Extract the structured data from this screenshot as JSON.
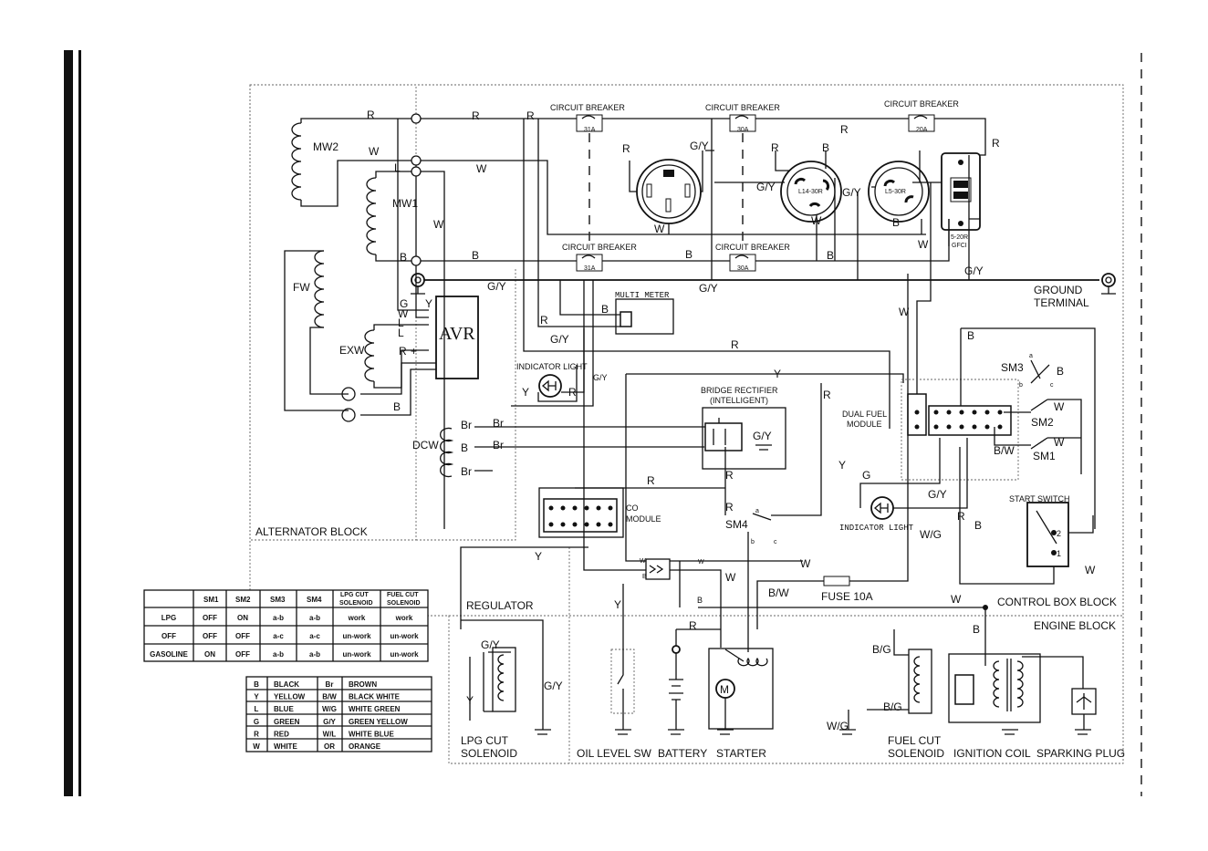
{
  "blocks": {
    "alternator": "ALTERNATOR BLOCK",
    "control_box": "CONTROL BOX BLOCK",
    "engine": "ENGINE BLOCK"
  },
  "components": {
    "circuit_breaker": "CIRCUIT BREAKER",
    "cb_31a": "31A",
    "cb_30a": "30A",
    "cb_20a": "20A",
    "mw2": "MW2",
    "mw1": "MW1",
    "fw": "FW",
    "exw": "EXW",
    "dcw": "DCW",
    "avr": "AVR",
    "multi_meter": "MULTI METER",
    "indicator_light": "INDICATOR LIGHT",
    "bridge_rectifier_1": "BRIDGE RECTIFIER",
    "bridge_rectifier_2": "(INTELLIGENT)",
    "dual_fuel_1": "DUAL FUEL",
    "dual_fuel_2": "MODULE",
    "co_1": "CO",
    "co_2": "MODULE",
    "l14": "L14-30R",
    "l5": "L5-30R",
    "gfci_1": "5-20R",
    "gfci_2": "GFCI",
    "ground_1": "GROUND",
    "ground_2": "TERMINAL",
    "sm1": "SM1",
    "sm2": "SM2",
    "sm3": "SM3",
    "sm4": "SM4",
    "start_switch": "START SWITCH",
    "fuse": "FUSE 10A",
    "regulator": "REGULATOR",
    "lpg_cut_1": "LPG  CUT",
    "lpg_cut_2": "SOLENOID",
    "oil_level": "OIL LEVEL SW",
    "battery": "BATTERY",
    "starter": "STARTER",
    "fuel_cut_1": "FUEL CUT",
    "fuel_cut_2": "SOLENOID",
    "ignition_coil": "IGNITION COIL",
    "spark_plug": "SPARKING PLUG"
  },
  "wire_labels": {
    "R": "R",
    "W": "W",
    "B": "B",
    "L": "L",
    "G": "G",
    "Y": "Y",
    "GY": "G/Y",
    "Br": "Br",
    "BW": "B/W",
    "WG": "W/G",
    "BG": "B/G",
    "plus": "+",
    "a": "a",
    "b": "b",
    "c": "c",
    "one": "1",
    "two": "2",
    "M": "M"
  },
  "switch_table": {
    "headers": [
      "",
      "SM1",
      "SM2",
      "SM3",
      "SM4",
      "LPG CUT SOLENOID",
      "FUEL CUT SOLENOID"
    ],
    "rows": [
      [
        "LPG",
        "OFF",
        "ON",
        "a-b",
        "a-b",
        "work",
        "work"
      ],
      [
        "OFF",
        "OFF",
        "OFF",
        "a-c",
        "a-c",
        "un-work",
        "un-work"
      ],
      [
        "GASOLINE",
        "ON",
        "OFF",
        "a-b",
        "a-b",
        "un-work",
        "un-work"
      ]
    ]
  },
  "color_legend": [
    [
      "B",
      "BLACK",
      "Br",
      "BROWN"
    ],
    [
      "Y",
      "YELLOW",
      "B/W",
      "BLACK  WHITE"
    ],
    [
      "L",
      "BLUE",
      "W/G",
      "WHITE GREEN"
    ],
    [
      "G",
      "GREEN",
      "G/Y",
      "GREEN YELLOW"
    ],
    [
      "R",
      "RED",
      "W/L",
      "WHITE BLUE"
    ],
    [
      "W",
      "WHITE",
      "OR",
      "ORANGE"
    ]
  ]
}
